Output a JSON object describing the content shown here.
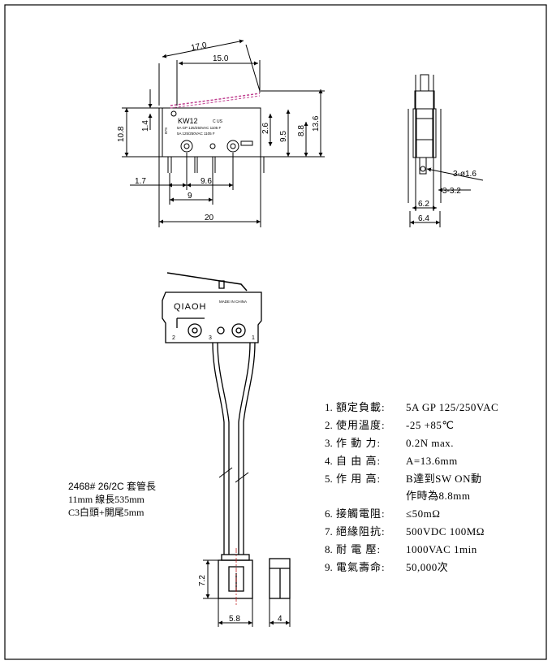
{
  "top_view": {
    "model_label": "KW12",
    "rating_line1": "5A  GP 125/250VAC  1105 F",
    "rating_line2": "5A  125/250VAC  1105 F",
    "cert_mark": "C    US",
    "side_code": "87S",
    "dims": {
      "lever_length": "17.0",
      "lever_pivot": "15.0",
      "height_10_8": "10.8",
      "height_1_4": "1.4",
      "height_2_6": "2.6",
      "height_9_5": "9.5",
      "height_8_8": "8.8",
      "height_13_6": "13.6",
      "pin_offset": "1.7",
      "hole_spacing": "9.6",
      "pin_span": "9",
      "body_width": "20"
    }
  },
  "side_view": {
    "dims": {
      "hole_dia": "3-ø1.6",
      "slot": "3-3.2",
      "inner_width": "6.2",
      "outer_width": "6.4"
    }
  },
  "assembled_view": {
    "brand": "QIAOH",
    "small_text": "MADE IN CHINA",
    "pin_labels": [
      "2",
      "3",
      "1"
    ],
    "connector_dims": {
      "height": "7.2",
      "width": "5.8",
      "depth": "4"
    }
  },
  "cable_notes": {
    "line1": "2468# 26/2C  套管長",
    "line2": "11mm  線長535mm",
    "line3": "C3白頭+開尾5mm"
  },
  "specs": [
    {
      "num": "1.",
      "label": "額定負載:",
      "value": "5A  GP  125/250VAC"
    },
    {
      "num": "2.",
      "label": "使用溫度:",
      "value": "-25  +85℃"
    },
    {
      "num": "3.",
      "label": "作  動  力:",
      "value": "0.2N  max."
    },
    {
      "num": "4.",
      "label": "自  由  高:",
      "value": "A=13.6mm"
    },
    {
      "num": "5.",
      "label": "作  用  高:",
      "value": "B達到SW ON動"
    },
    {
      "num": "",
      "label": "",
      "value": "作時為8.8mm"
    },
    {
      "num": "6.",
      "label": "接觸電阻:",
      "value": "≤50mΩ"
    },
    {
      "num": "7.",
      "label": "絕緣阻抗:",
      "value": "500VDC   100MΩ"
    },
    {
      "num": "8.",
      "label": "耐  電  壓:",
      "value": "1000VAC   1min"
    },
    {
      "num": "9.",
      "label": "電氣壽命:",
      "value": "50,000次"
    }
  ]
}
